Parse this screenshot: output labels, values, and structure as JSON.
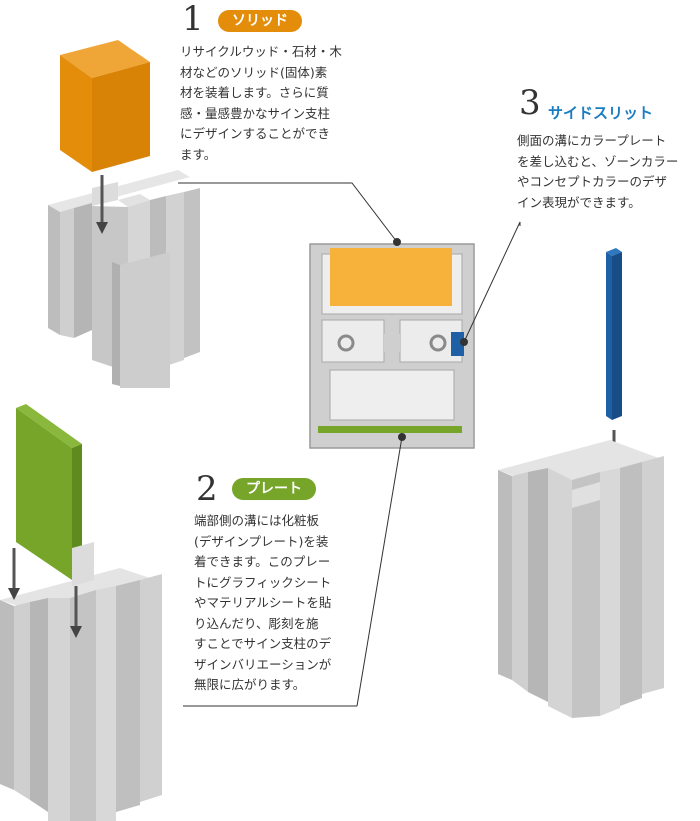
{
  "colors": {
    "orange": "#e38d0a",
    "orange_light": "#f6b23b",
    "green": "#76a52a",
    "blue": "#1f5fa6",
    "title_blue": "#1a7cc1",
    "aluminum": "#c9c9c9"
  },
  "sections": [
    {
      "number": "1",
      "title": "ソリッド",
      "description": "リサイクルウッド・石材・木\n材などのソリッド(固体)素\n材を装着します。さらに質\n感・量感豊かなサイン支柱\nにデザインすることができ\nます。"
    },
    {
      "number": "2",
      "title": "プレート",
      "description": "端部側の溝には化粧板\n(デザインプレート)を装\n着できます。このプレー\nトにグラフィックシート\nやマテリアルシートを貼\nり込んだり、彫刻を施\nすことでサイン支柱のデ\nザインバリエーションが\n無限に広がります。"
    },
    {
      "number": "3",
      "title": "サイドスリット",
      "description": "側面の溝にカラープレート\nを差し込むと、ゾーンカラー\nやコンセプトカラーのデザ\nイン表現ができます。"
    }
  ]
}
